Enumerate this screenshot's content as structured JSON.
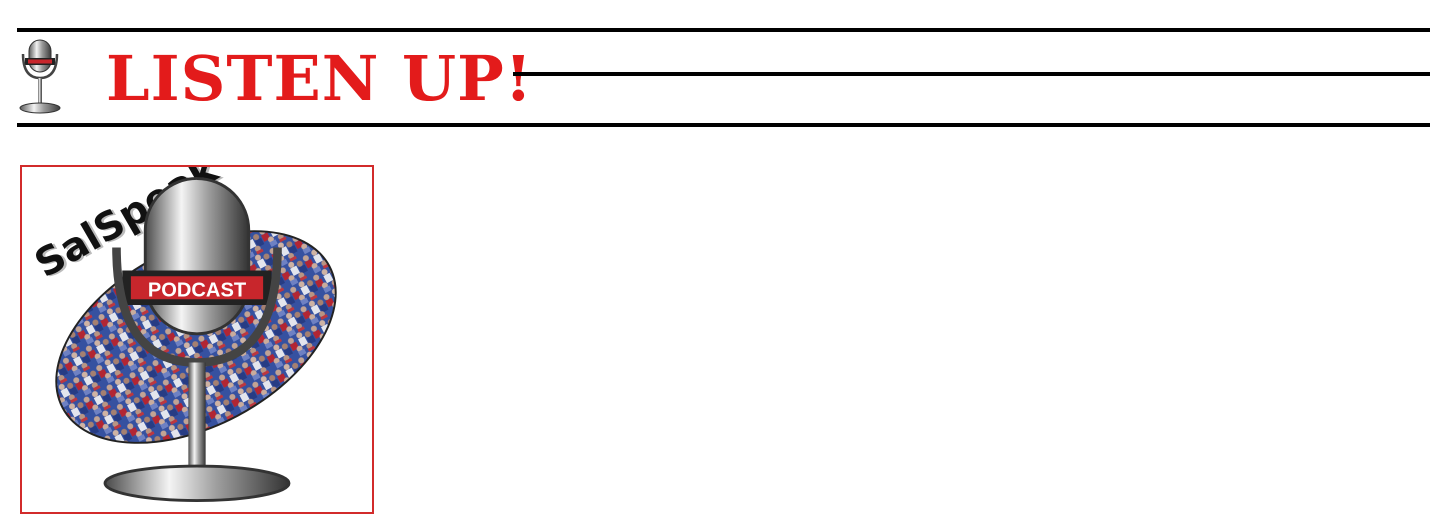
{
  "header": {
    "title": "LISTEN UP!",
    "title_color": "#e31b1b",
    "icon": "podcast-microphone-icon"
  },
  "podcast_card": {
    "show_name": "SalSpeak",
    "mic_label": "PODCAST",
    "border_color": "#d22b2b",
    "image": "crowd-of-fans-ellipse",
    "icon": "podcast-microphone-icon"
  }
}
